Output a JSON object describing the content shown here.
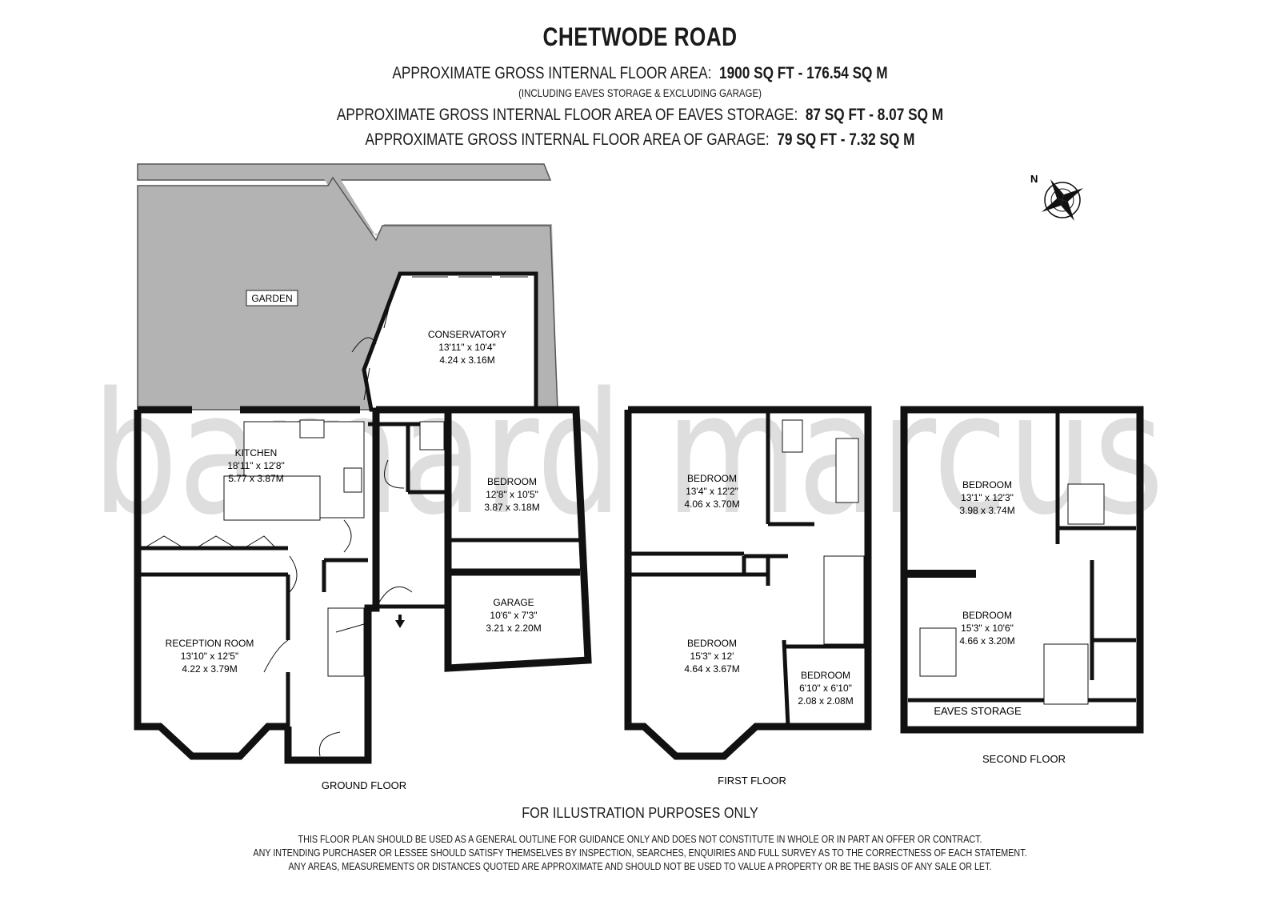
{
  "header": {
    "title": "CHETWODE ROAD",
    "line1_label": "APPROXIMATE GROSS INTERNAL FLOOR AREA:",
    "line1_value": "1900 SQ FT  -  176.54 SQ M",
    "line1_note": "(INCLUDING EAVES STORAGE & EXCLUDING GARAGE)",
    "line2_label": "APPROXIMATE GROSS INTERNAL FLOOR AREA OF EAVES STORAGE:",
    "line2_value": "87 SQ FT  -  8.07 SQ M",
    "line3_label": "APPROXIMATE GROSS INTERNAL FLOOR AREA OF GARAGE:",
    "line3_value": "79 SQ FT  -  7.32 SQ M"
  },
  "watermark": "barnard marcus",
  "compass_label": "N",
  "garden_label": "GARDEN",
  "rooms": {
    "conservatory": {
      "name": "CONSERVATORY",
      "imperial": "13'11\" x 10'4\"",
      "metric": "4.24 x 3.16M"
    },
    "kitchen": {
      "name": "KITCHEN",
      "imperial": "18'11\" x 12'8\"",
      "metric": "5.77 x 3.87M"
    },
    "gf_bedroom": {
      "name": "BEDROOM",
      "imperial": "12'8\" x 10'5\"",
      "metric": "3.87 x 3.18M"
    },
    "garage": {
      "name": "GARAGE",
      "imperial": "10'6\" x 7'3\"",
      "metric": "3.21 x 2.20M"
    },
    "reception": {
      "name": "RECEPTION ROOM",
      "imperial": "13'10\" x 12'5\"",
      "metric": "4.22 x 3.79M"
    },
    "ff_bedroom1": {
      "name": "BEDROOM",
      "imperial": "13'4\" x 12'2\"",
      "metric": "4.06 x 3.70M"
    },
    "ff_bedroom2": {
      "name": "BEDROOM",
      "imperial": "15'3\" x 12'",
      "metric": "4.64 x 3.67M"
    },
    "ff_bedroom3": {
      "name": "BEDROOM",
      "imperial": "6'10\" x 6'10\"",
      "metric": "2.08 x 2.08M"
    },
    "sf_bedroom1": {
      "name": "BEDROOM",
      "imperial": "13'1\" x 12'3\"",
      "metric": "3.98 x 3.74M"
    },
    "sf_bedroom2": {
      "name": "BEDROOM",
      "imperial": "15'3\" x 10'6\"",
      "metric": "4.66 x 3.20M"
    },
    "eaves": {
      "name": "EAVES STORAGE"
    }
  },
  "floors": {
    "ground": "GROUND FLOOR",
    "first": "FIRST FLOOR",
    "second": "SECOND FLOOR"
  },
  "footer": {
    "illustration": "FOR ILLUSTRATION PURPOSES ONLY",
    "disclaimer1": "THIS FLOOR PLAN SHOULD BE USED AS A GENERAL OUTLINE FOR GUIDANCE ONLY AND DOES NOT CONSTITUTE IN WHOLE OR IN PART AN OFFER OR CONTRACT.",
    "disclaimer2": "ANY INTENDING PURCHASER OR LESSEE SHOULD SATISFY THEMSELVES BY INSPECTION, SEARCHES, ENQUIRIES AND FULL SURVEY AS TO THE CORRECTNESS OF EACH STATEMENT.",
    "disclaimer3": "ANY AREAS, MEASUREMENTS OR DISTANCES QUOTED ARE APPROXIMATE AND SHOULD NOT BE USED TO VALUE A PROPERTY OR BE THE BASIS OF ANY SALE OR LET."
  },
  "colors": {
    "wall": "#111111",
    "garden": "#b3b3b3",
    "watermark": "#dedede"
  }
}
